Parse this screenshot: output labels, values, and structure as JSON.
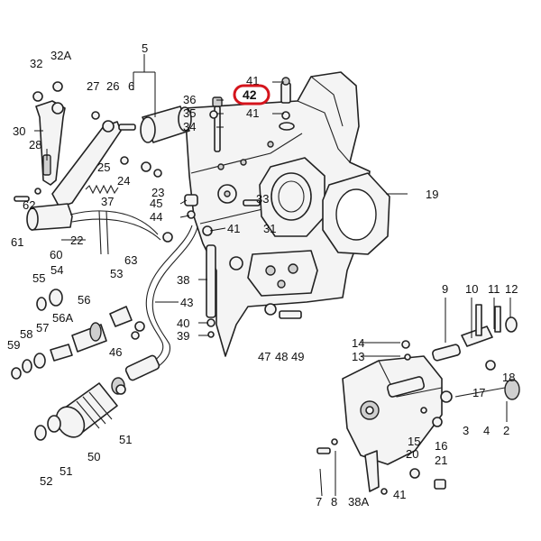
{
  "callouts": [
    "5",
    "32",
    "32A",
    "27",
    "26",
    "6",
    "30",
    "28",
    "25",
    "24",
    "23",
    "37",
    "62",
    "61",
    "60",
    "22",
    "63",
    "36",
    "35",
    "34",
    "41",
    "42",
    "41",
    "33",
    "31",
    "19",
    "45",
    "44",
    "41",
    "38",
    "43",
    "40",
    "39",
    "47",
    "48",
    "49",
    "55",
    "54",
    "53",
    "56",
    "57",
    "56A",
    "58",
    "59",
    "46",
    "51",
    "50",
    "51",
    "52",
    "14",
    "13",
    "9",
    "10",
    "11",
    "12",
    "18",
    "17",
    "3",
    "4",
    "2",
    "15",
    "16",
    "21",
    "20",
    "7",
    "8",
    "38A",
    "41"
  ],
  "highlight": {
    "label": "42",
    "color": "#d4141c"
  }
}
